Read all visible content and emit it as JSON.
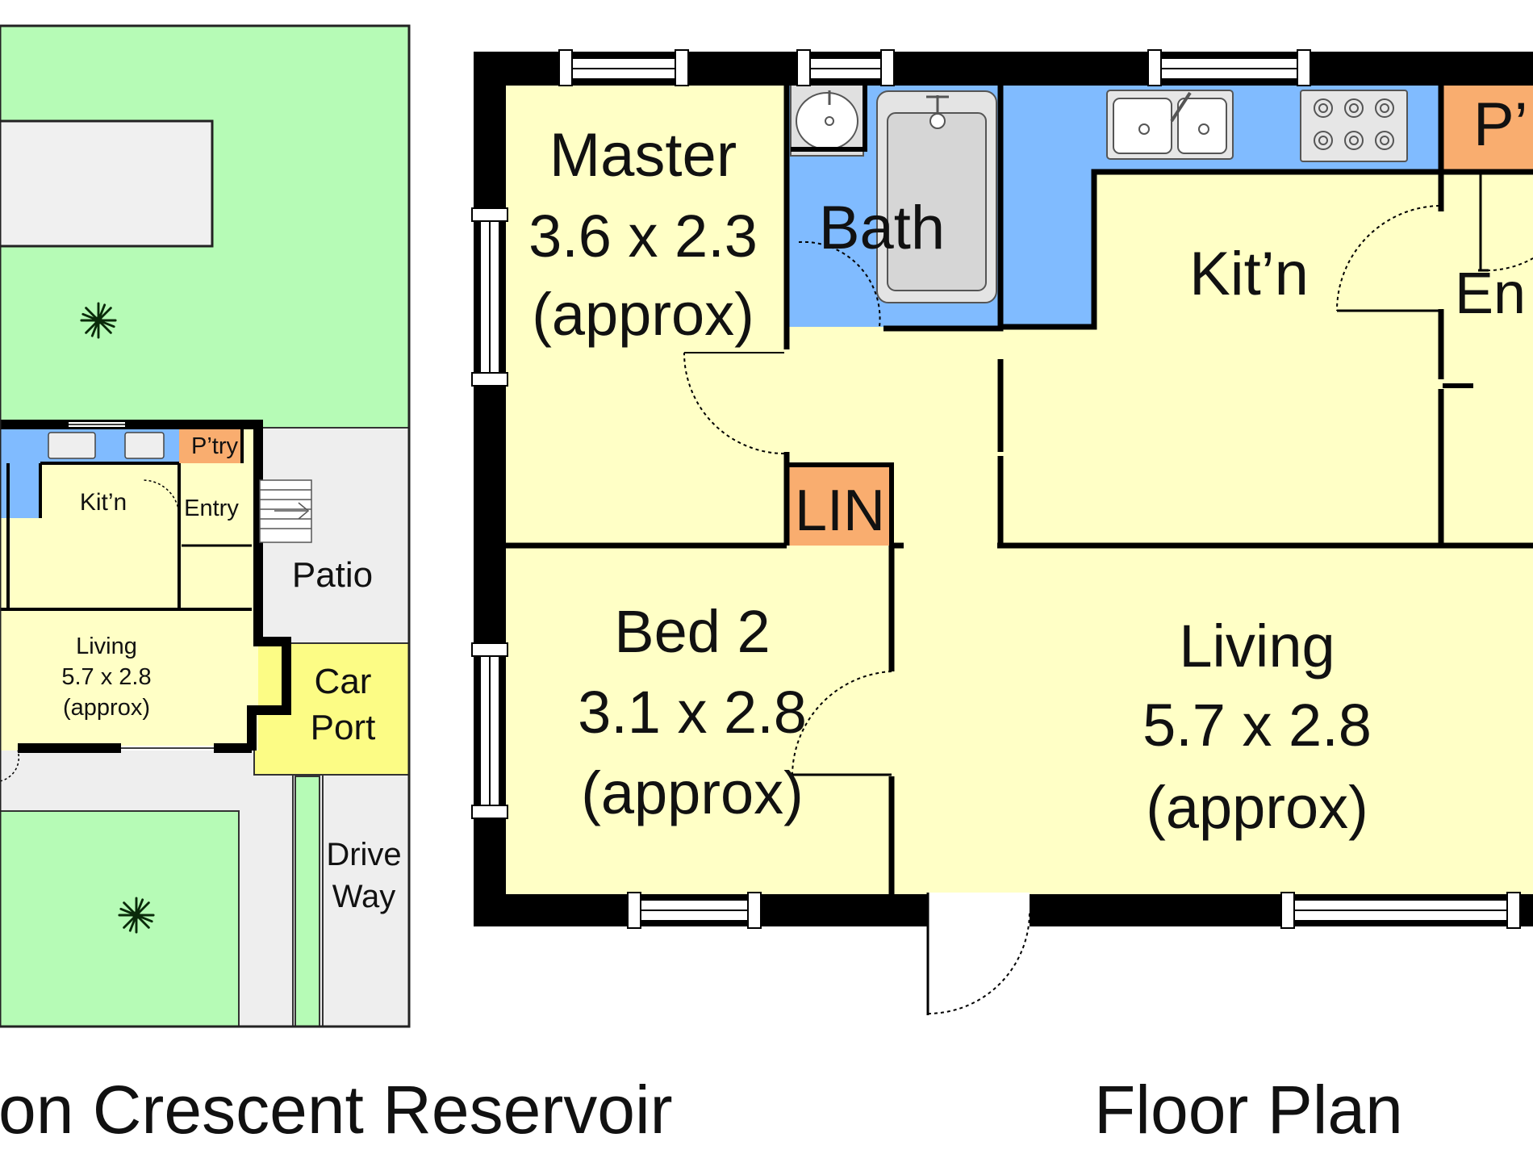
{
  "colors": {
    "grass": "#b6fbb6",
    "paving": "#eeeeee",
    "room": "#ffffc6",
    "wet": "#80bbff",
    "store": "#f9ad6f",
    "carport": "#fcfc85",
    "wall": "#000000"
  },
  "site_plan": {
    "rooms": {
      "kitchen": "Kit’n",
      "entry": "Entry",
      "pantry": "P’try",
      "living": "Living",
      "living_size": "5.7 x 2.8",
      "living_note": "(approx)"
    },
    "outdoor": {
      "patio": "Patio",
      "carport_line1": "Car",
      "carport_line2": "Port",
      "driveway_line1": "Drive",
      "driveway_line2": "Way"
    },
    "icons": [
      "palm-tree-icon",
      "stairs-icon",
      "sink-icon",
      "stove-icon"
    ]
  },
  "floor_plan": {
    "master_name": "Master",
    "master_size": "3.6 x 2.3",
    "master_note": "(approx)",
    "bath": "Bath",
    "kitchen": "Kit’n",
    "pantry": "P’",
    "entry": "En",
    "linen": "LIN",
    "bed2_name": "Bed 2",
    "bed2_size": "3.1 x 2.8",
    "bed2_note": "(approx)",
    "living_name": "Living",
    "living_size": "5.7 x 2.8",
    "living_note": "(approx)",
    "icons": [
      "basin-icon",
      "bathtub-icon",
      "double-sink-icon",
      "cooktop-icon"
    ]
  },
  "captions": {
    "address": "on Crescent Reservoir",
    "floor_plan": "Floor Plan"
  }
}
